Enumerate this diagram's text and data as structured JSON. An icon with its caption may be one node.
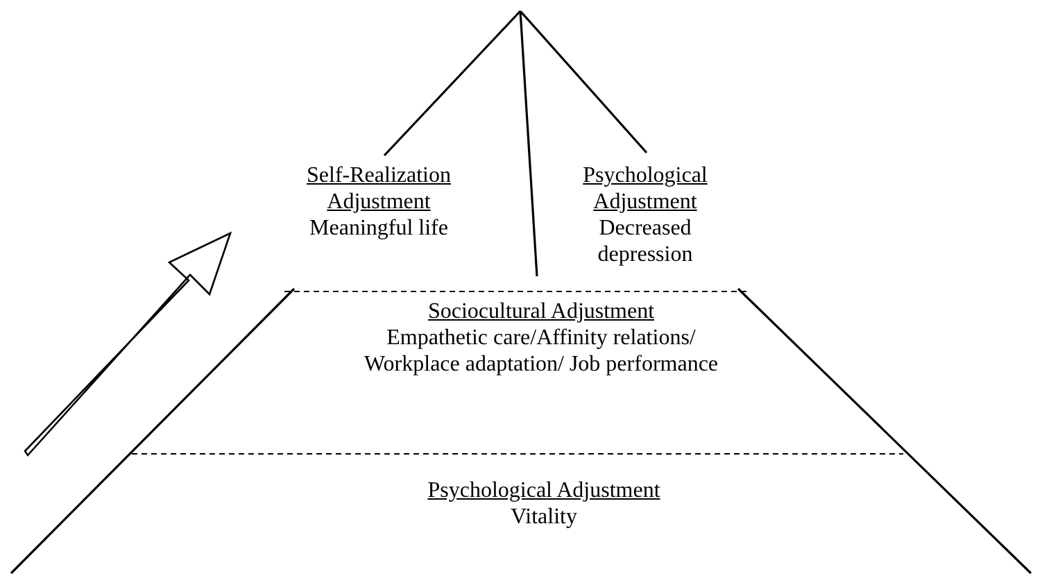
{
  "diagram": {
    "nodes": [
      {
        "text": [
          "Self-Realization Adjustment",
          "Meaningful life"
        ]
      },
      {
        "text": [
          "Psychological Adjustment",
          "Decreased depression"
        ]
      },
      {
        "text": [
          "Sociocultural Adjustment",
          "Empathetic care/Affinity relations/ Workplace adaptation/ Job performance"
        ]
      },
      {
        "text": [
          "Psychological Adjustment",
          "Vitality"
        ]
      }
    ]
  }
}
